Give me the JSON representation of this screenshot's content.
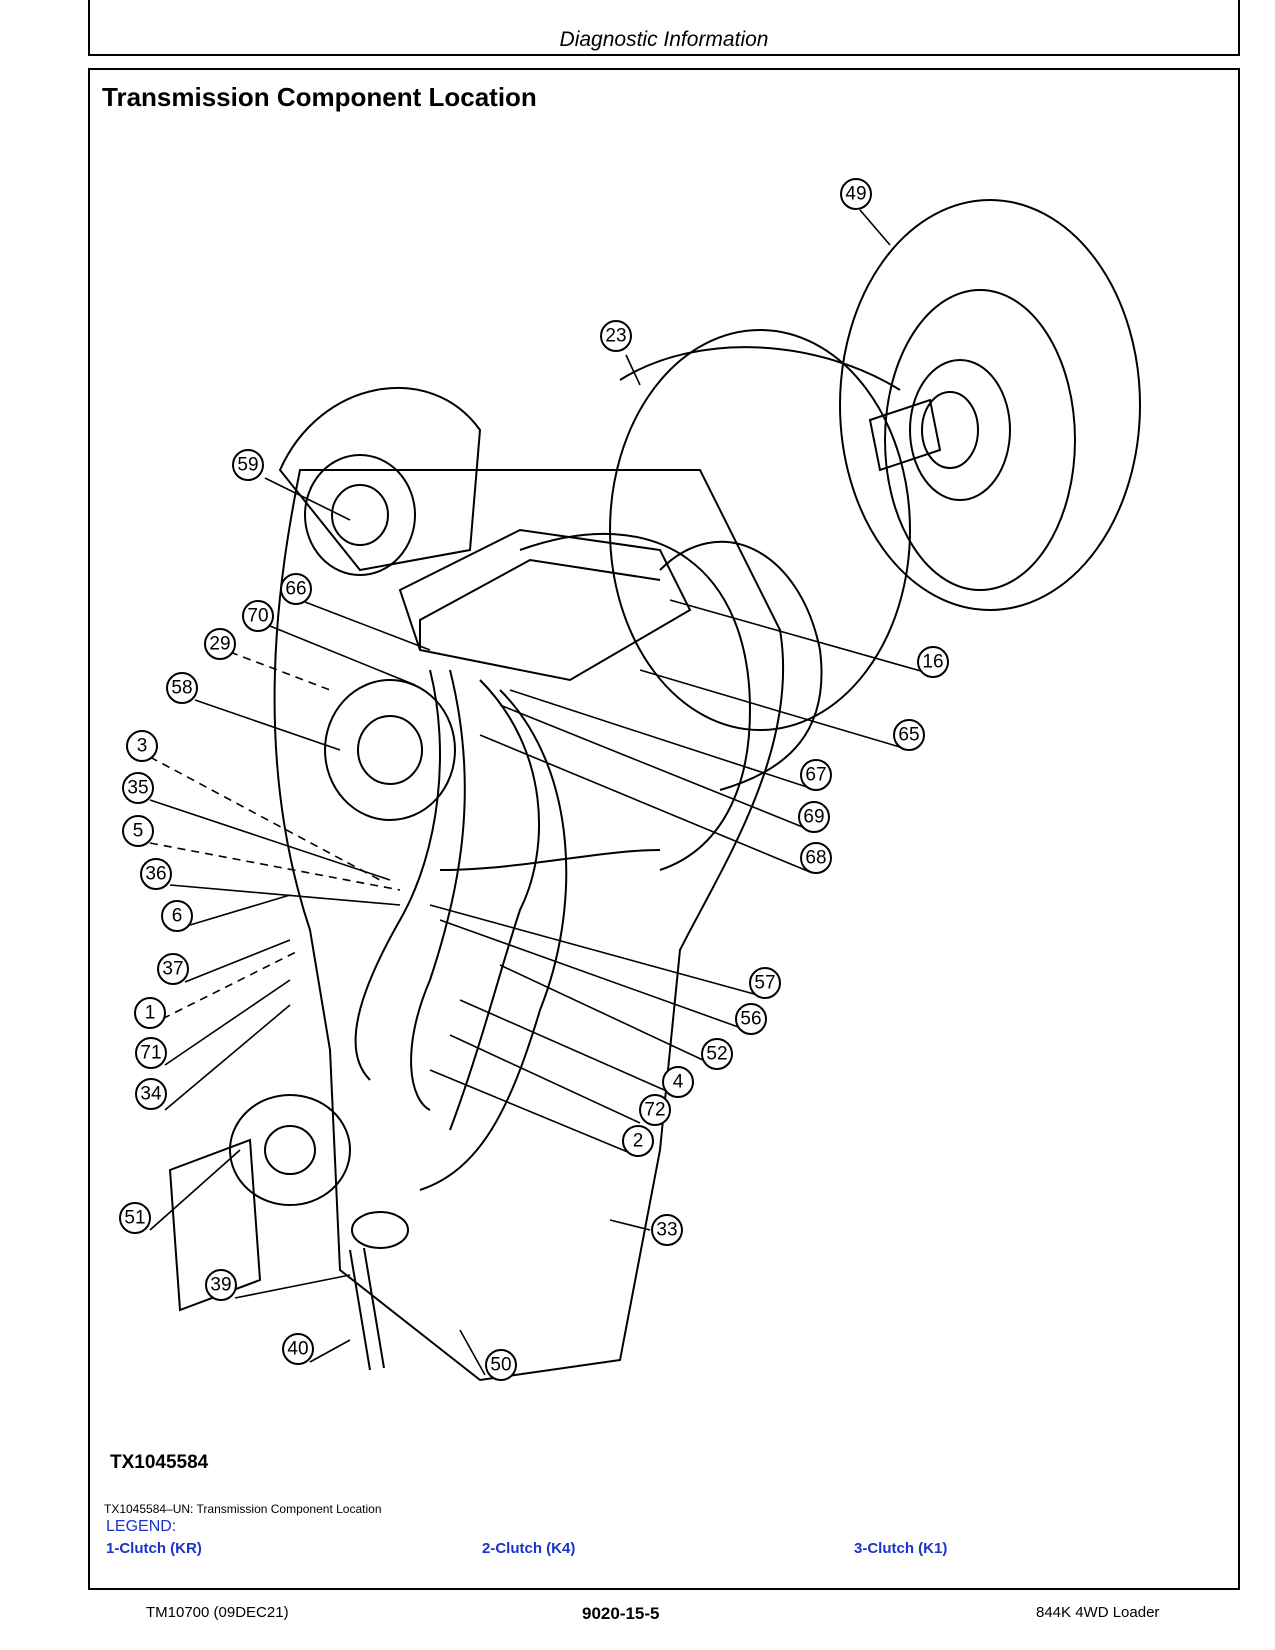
{
  "header": {
    "section": "Diagnostic Information"
  },
  "page_title": "Transmission Component Location",
  "figure": {
    "id": "TX1045584",
    "caption": "TX1045584–UN: Transmission Component Location",
    "callouts": [
      "49",
      "23",
      "59",
      "66",
      "70",
      "29",
      "58",
      "3",
      "35",
      "5",
      "36",
      "6",
      "37",
      "1",
      "71",
      "34",
      "16",
      "65",
      "67",
      "69",
      "68",
      "57",
      "56",
      "52",
      "4",
      "72",
      "2",
      "51",
      "33",
      "39",
      "40",
      "50"
    ]
  },
  "legend": {
    "title": "LEGEND:",
    "items": [
      "1-Clutch (KR)",
      "2-Clutch (K4)",
      "3-Clutch (K1)"
    ]
  },
  "footer": {
    "left": "TM10700 (09DEC21)",
    "center": "9020-15-5",
    "right": "844K 4WD Loader"
  }
}
